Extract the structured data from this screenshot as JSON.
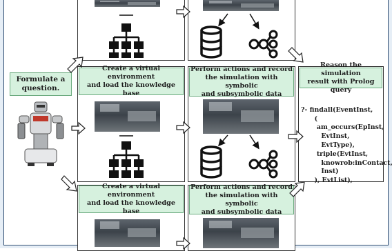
{
  "steps": {
    "question": [
      "Formulate a",
      "question."
    ],
    "environment": [
      "Create a virtual environment",
      "and load the knowledge base"
    ],
    "simulate": [
      "Perform actions and record",
      "the simulation with symbolic",
      "and subsymbolic data"
    ],
    "reason": [
      "Reason the simulation",
      "result with Prolog query"
    ]
  },
  "prolog_query": [
    "?- findall(EventInst,",
    "      (",
    "       am_occurs(EpInst,",
    "         EvtInst,",
    "         EvtType),",
    "       triple(EvtInst,",
    "         knowrob:inContact,",
    "         Inst)",
    "      ), EvtList),"
  ],
  "icons": [
    "hierarchy-icon",
    "database-icon",
    "graph-icon",
    "robot-image",
    "simulation-screenshot"
  ],
  "colors": {
    "header_fill": "#d6f1de",
    "header_border": "#6cab7f",
    "frame_border": "#2b4a6f"
  }
}
